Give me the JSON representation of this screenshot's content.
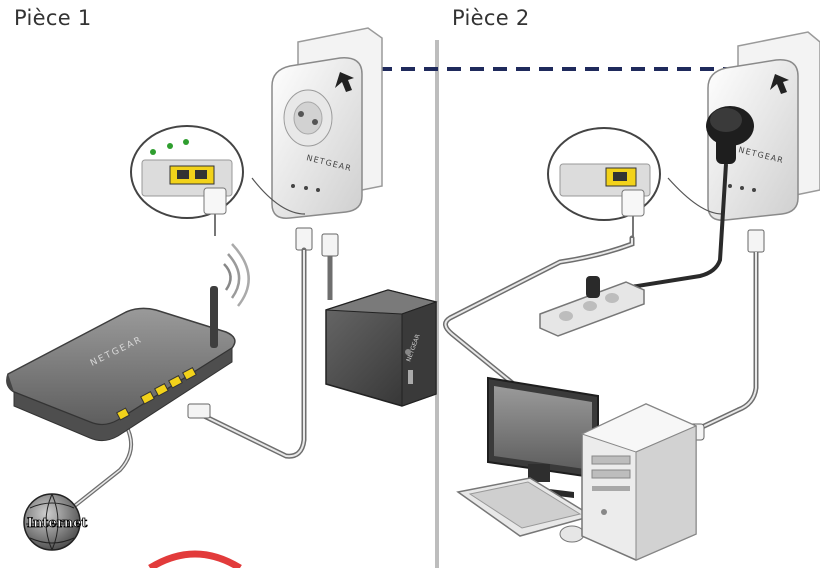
{
  "rooms": {
    "room1": "Pièce 1",
    "room2": "Pièce 2"
  },
  "devices": {
    "adapter_brand": "NETGEAR",
    "router_brand": "NETGEAR",
    "nas_brand": "NETGEAR",
    "internet_label": "Internet"
  },
  "colors": {
    "powerline_link": "#1f2a5c",
    "port_yellow": "#f2d21a",
    "led_green": "#2f9e2f",
    "divider": "#bdbdbd",
    "cable": "#6e6e6e"
  }
}
